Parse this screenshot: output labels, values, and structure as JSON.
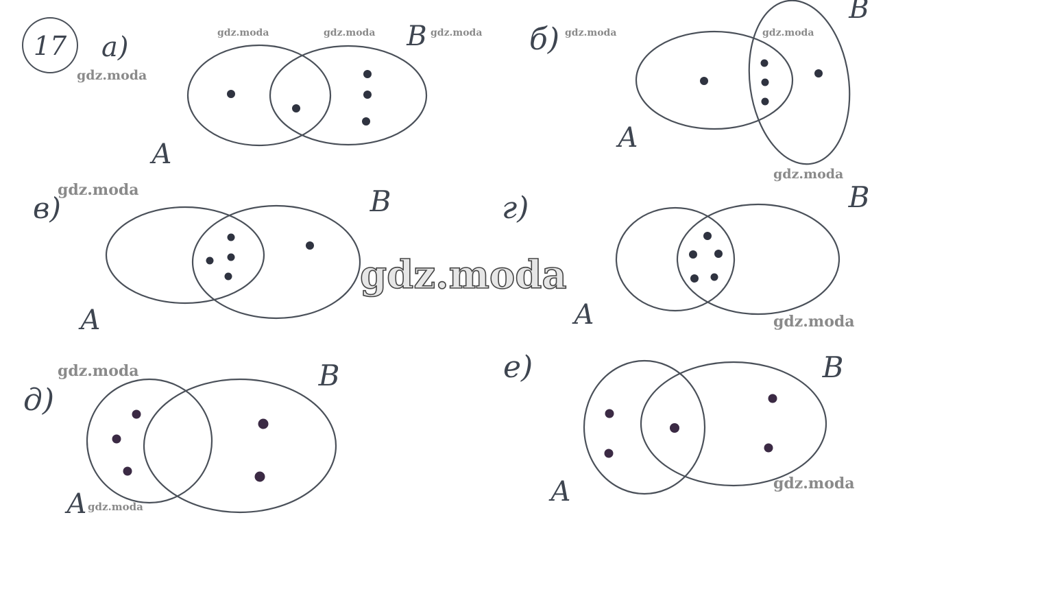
{
  "task_number": "17",
  "watermark": "gdz.moda",
  "parts": [
    {
      "id": "a",
      "label": "а)",
      "set_a_label": "A",
      "set_b_label": "B",
      "only_a_points": 1,
      "both_points": 1,
      "only_b_points": 3
    },
    {
      "id": "b",
      "label": "б)",
      "set_a_label": "A",
      "set_b_label": "B",
      "only_a_points": 1,
      "both_points": 3,
      "only_b_points": 1
    },
    {
      "id": "v",
      "label": "в)",
      "set_a_label": "A",
      "set_b_label": "B",
      "only_a_points": 0,
      "both_points": 4,
      "only_b_points": 1
    },
    {
      "id": "g",
      "label": "г)",
      "set_a_label": "A",
      "set_b_label": "B",
      "only_a_points": 0,
      "both_points": 5,
      "only_b_points": 0
    },
    {
      "id": "d",
      "label": "д)",
      "set_a_label": "A",
      "set_b_label": "B",
      "only_a_points": 3,
      "both_points": 0,
      "only_b_points": 2
    },
    {
      "id": "e",
      "label": "е)",
      "set_a_label": "A",
      "set_b_label": "B",
      "only_a_points": 2,
      "both_points": 1,
      "only_b_points": 2
    }
  ],
  "colors": {
    "ink": "#4a5059",
    "dot": "#2f3340",
    "dot_purple": "#3b2a44"
  }
}
